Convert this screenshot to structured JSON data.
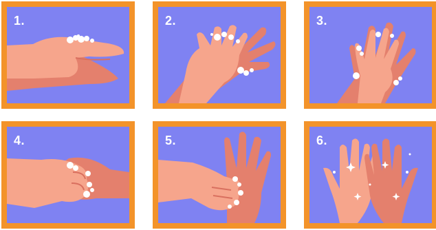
{
  "steps": [
    {
      "number": "1."
    },
    {
      "number": "2."
    },
    {
      "number": "3."
    },
    {
      "number": "4."
    },
    {
      "number": "5."
    },
    {
      "number": "6."
    }
  ],
  "colors": {
    "frame": "#F3932A",
    "background": "#7F82F2",
    "skin_light": "#F6A58C",
    "skin_dark": "#E4806D",
    "skin_shadow": "#D9705F",
    "foam": "#FFFFFF"
  }
}
